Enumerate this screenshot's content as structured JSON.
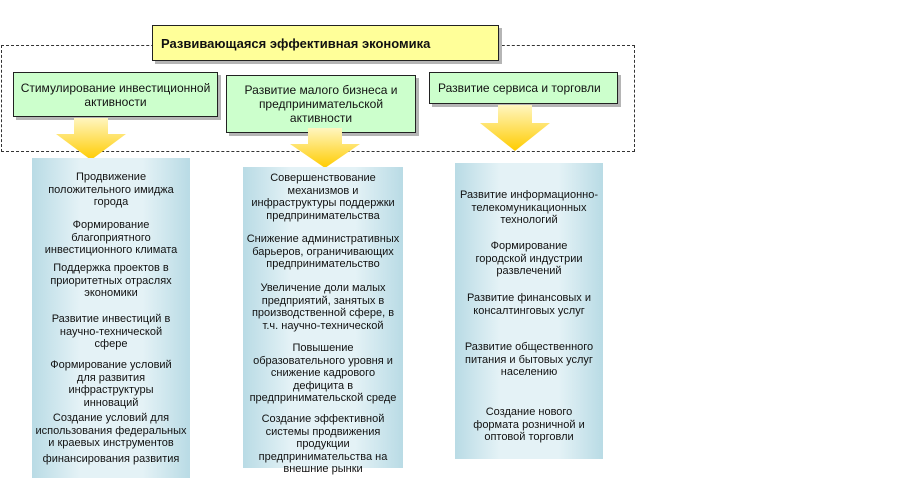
{
  "title": "Развивающаяся эффективная экономика",
  "columns": [
    {
      "heading": "Стимулирование инвестиционной активности",
      "items": [
        "Продвижение положительного имиджа города",
        "Формирование благоприятного инвестиционного климата",
        "Поддержка проектов в приоритетных отраслях экономики",
        "Развитие инвестиций в научно-технической сфере",
        "Формирование условий для развития инфраструктуры инноваций",
        "Создание условий для использования федеральных и краевых инструментов",
        "финансирования развития"
      ]
    },
    {
      "heading": "Развитие малого бизнеса и предпринимательской активности",
      "items": [
        "Совершенствование механизмов и инфраструктуры поддержки предпринимательства",
        "Снижение административных барьеров, ограничивающих предпринимательство",
        "Увеличение доли малых предприятий, занятых в производственной сфере, в т.ч. научно-технической",
        "Повышение образовательного уровня и снижение кадрового дефицита в предпринимательской среде",
        "Создание эффективной системы продвижения продукции предпринимательства на внешние рынки"
      ]
    },
    {
      "heading": "Развитие сервиса и торговли",
      "items": [
        "Развитие информационно-телекомуникационных технологий",
        "Формирование городской индустрии развлечений",
        "Развитие финансовых и консалтинговых услуг",
        "Развитие общественного питания и бытовых услуг населению",
        "Создание нового формата розничной и оптовой торговли"
      ]
    }
  ],
  "colors": {
    "title_fill": "#ffff99",
    "heading_fill": "#ccffcc",
    "arrow_fill": "#ffcc00",
    "column_fill": "#cfe8ef"
  }
}
